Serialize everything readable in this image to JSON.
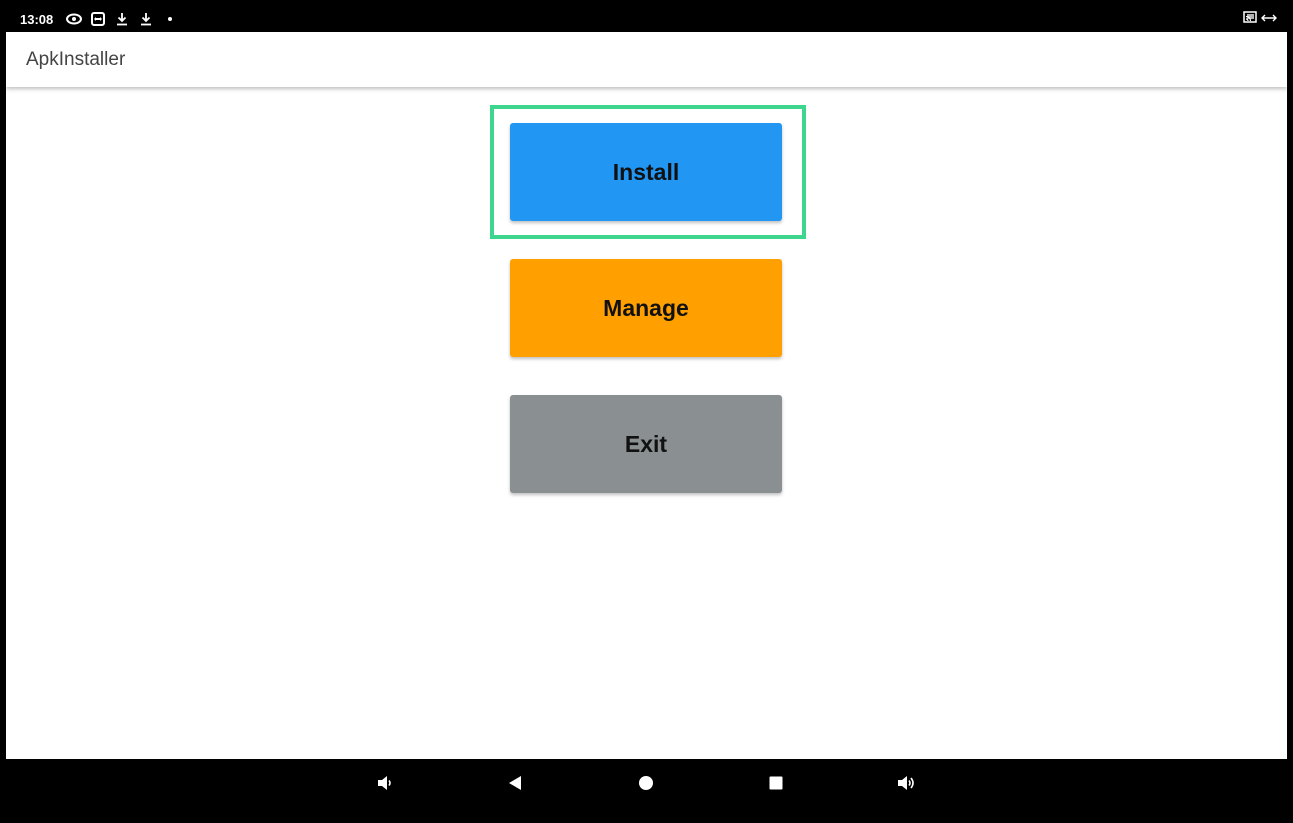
{
  "status_bar": {
    "time": "13:08",
    "left_icons": [
      "eye-icon",
      "teamviewer-icon",
      "download-icon",
      "download-icon",
      "dot-icon"
    ],
    "right_icons": [
      "cast-icon",
      "arrows-horizontal-icon"
    ]
  },
  "app_bar": {
    "title": "ApkInstaller"
  },
  "buttons": {
    "install": {
      "label": "Install",
      "color": "#2196F3"
    },
    "manage": {
      "label": "Manage",
      "color": "#FFA000"
    },
    "exit": {
      "label": "Exit",
      "color": "#8A8F92"
    }
  },
  "highlight_color": "#3DD68C",
  "nav_bar": {
    "icons": [
      "volume-down-icon",
      "back-icon",
      "home-icon",
      "recents-icon",
      "volume-up-icon"
    ]
  }
}
